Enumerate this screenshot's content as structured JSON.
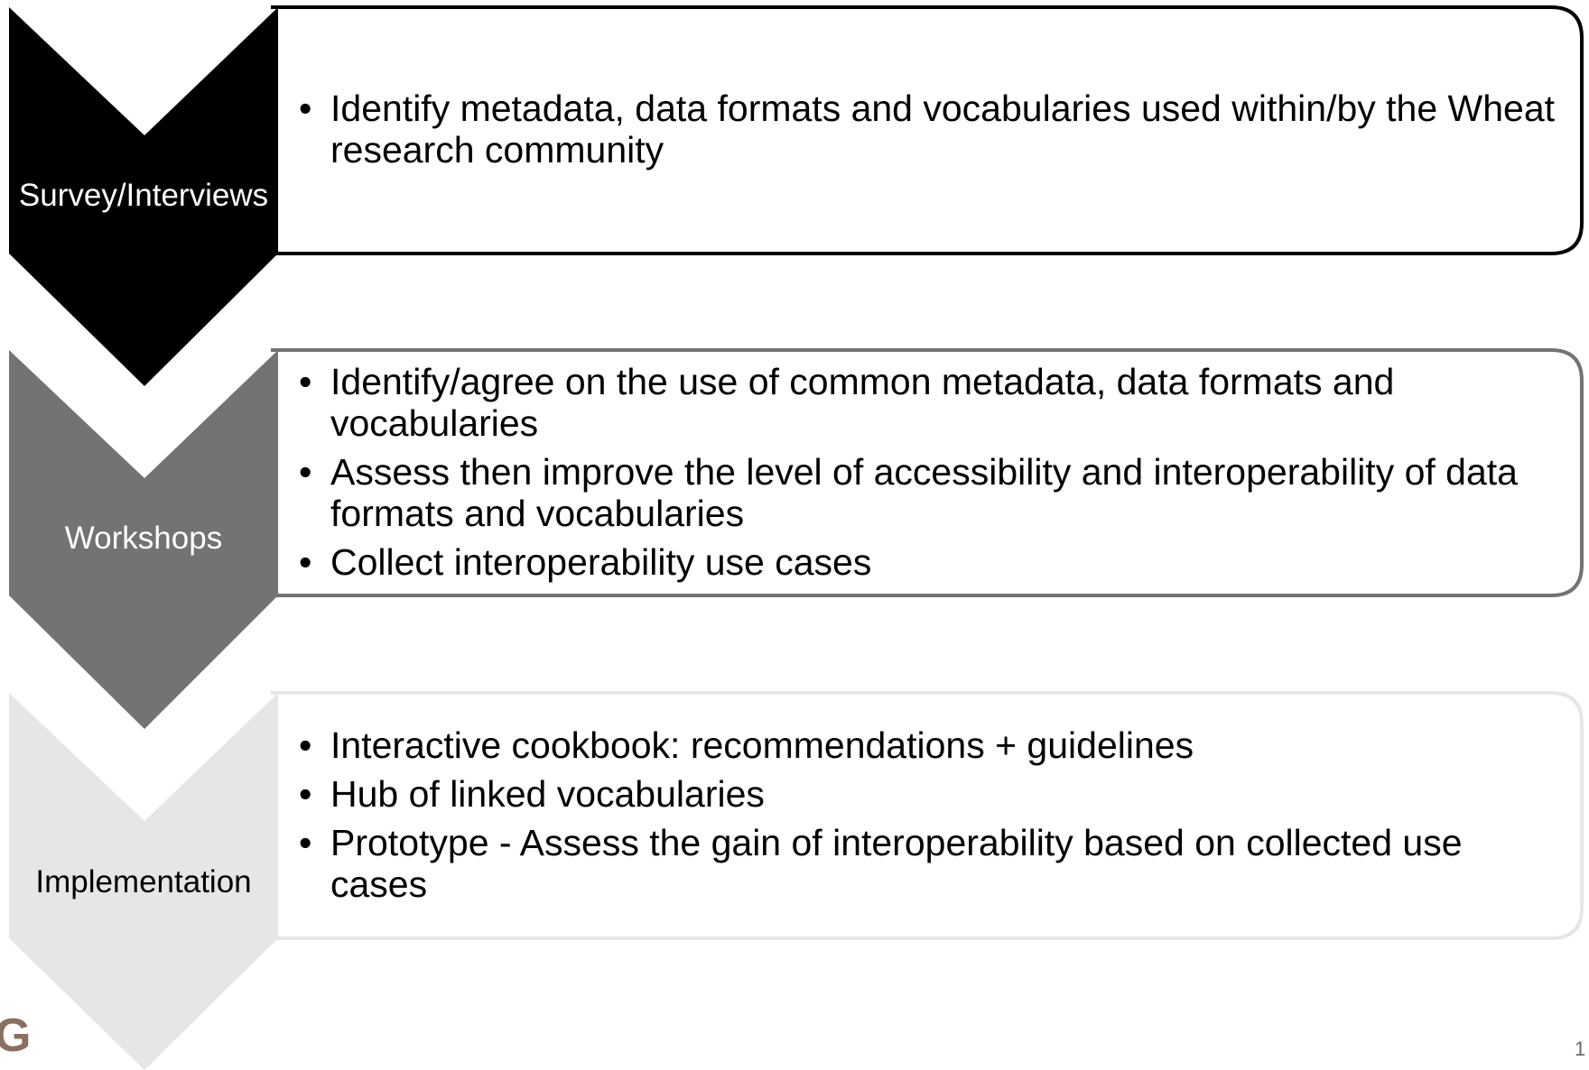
{
  "stages": [
    {
      "label": "Survey/Interviews",
      "fill": "#000000",
      "label_color": "#ffffff",
      "border": "#000000",
      "bullets": [
        "Identify metadata, data formats and vocabularies used within/by the Wheat research community"
      ]
    },
    {
      "label": "Workshops",
      "fill": "#737373",
      "label_color": "#ffffff",
      "border": "#737373",
      "bullets": [
        "Identify/agree on the  use of common metadata, data formats and vocabularies",
        "Assess then improve the level of accessibility and interoperability of data formats and vocabularies",
        "Collect interoperability use cases"
      ]
    },
    {
      "label": "Implementation",
      "fill": "#e6e6e6",
      "label_color": "#000000",
      "border": "#e6e6e6",
      "bullets": [
        "Interactive cookbook: recommendations + guidelines",
        "Hub of linked vocabularies",
        "Prototype - Assess the gain of interoperability based on collected use cases"
      ]
    }
  ],
  "logo_fragment": "G",
  "page_number_fragment": "1"
}
